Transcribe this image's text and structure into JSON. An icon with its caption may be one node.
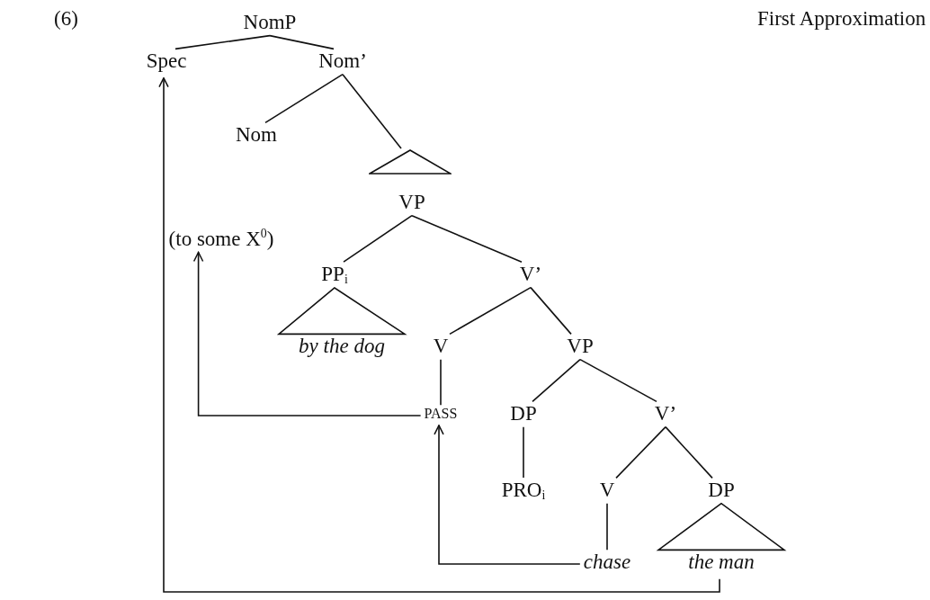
{
  "diagram": {
    "nodes": [
      {
        "text": [
          "NomP"
        ]
      },
      {
        "text": [
          "Spec"
        ]
      },
      {
        "text": [
          "Nom’"
        ]
      },
      {
        "text": [
          "Nom"
        ]
      },
      {
        "text": [],
        "shape": "triangle"
      },
      {
        "text": [
          "VP"
        ]
      },
      {
        "text": [
          "(to some X$^{0}$)"
        ]
      },
      {
        "text": [
          "PP$_{i}$"
        ]
      },
      {
        "text": [
          "V’"
        ]
      },
      {
        "text": [
          "by the dog"
        ]
      },
      {
        "text": [
          "V"
        ]
      },
      {
        "text": [
          "VP"
        ]
      },
      {
        "text": [
          "PASS"
        ]
      },
      {
        "text": [
          "DP"
        ]
      },
      {
        "text": [
          "V’"
        ]
      },
      {
        "text": [
          "PRO$_{i}$"
        ]
      },
      {
        "text": [
          "V"
        ]
      },
      {
        "text": [
          "DP"
        ]
      },
      {
        "text": [
          "chase"
        ]
      },
      {
        "text": [
          "the man"
        ]
      }
    ],
    "edges": [
      {
        "from": 0,
        "to": 1,
        "arrow": "none"
      },
      {
        "from": 0,
        "to": 2,
        "arrow": "none"
      },
      {
        "from": 2,
        "to": 3,
        "arrow": "none"
      },
      {
        "from": 2,
        "to": 4,
        "arrow": "none"
      },
      {
        "from": 5,
        "to": 7,
        "arrow": "none"
      },
      {
        "from": 5,
        "to": 8,
        "arrow": "none"
      },
      {
        "from": 7,
        "to": 9,
        "arrow": "none"
      },
      {
        "from": 8,
        "to": 10,
        "arrow": "none"
      },
      {
        "from": 8,
        "to": 11,
        "arrow": "none"
      },
      {
        "from": 10,
        "to": 12,
        "arrow": "none"
      },
      {
        "from": 11,
        "to": 13,
        "arrow": "none"
      },
      {
        "from": 11,
        "to": 14,
        "arrow": "none"
      },
      {
        "from": 13,
        "to": 15,
        "arrow": "none"
      },
      {
        "from": 14,
        "to": 16,
        "arrow": "none"
      },
      {
        "from": 14,
        "to": 17,
        "arrow": "none"
      },
      {
        "from": 16,
        "to": 18,
        "arrow": "none"
      },
      {
        "from": 17,
        "to": 19,
        "arrow": "none"
      },
      {
        "from": 12,
        "to": 6,
        "arrow": "to"
      },
      {
        "from": 18,
        "to": 12,
        "arrow": "to"
      },
      {
        "from": 19,
        "to": 1,
        "arrow": "to"
      }
    ],
    "labels": [
      "(6)",
      "First Approximation"
    ]
  }
}
